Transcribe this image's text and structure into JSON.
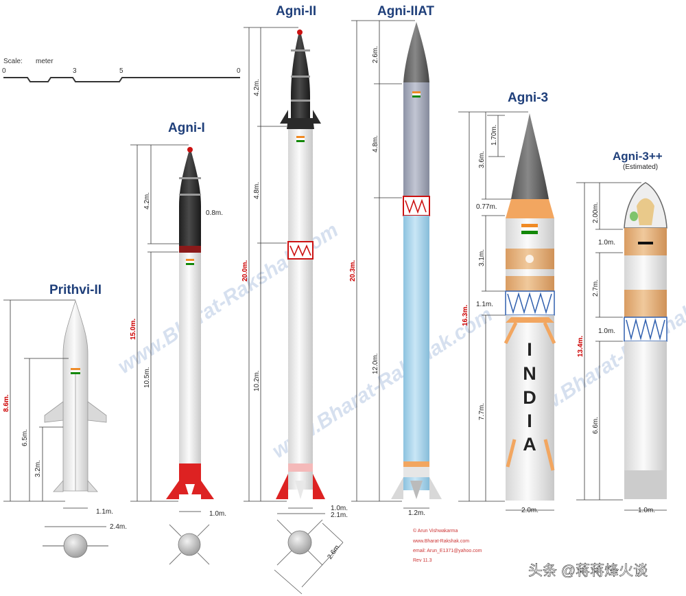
{
  "scale": {
    "label": "Scale:",
    "unit": "meter",
    "ticks": [
      "0",
      "3",
      "5",
      "0"
    ]
  },
  "missiles": {
    "prithvi": {
      "name": "Prithvi-II",
      "dims": [
        "8.6m.",
        "6.5m.",
        "3.2m.",
        "1.1m.",
        "2.4m."
      ]
    },
    "agni1": {
      "name": "Agni-I",
      "dims": [
        "15.0m.",
        "4.2m.",
        "0.8m.",
        "10.5m.",
        "1.0m."
      ]
    },
    "agni2": {
      "name": "Agni-II",
      "dims": [
        "20.0m.",
        "4.2m.",
        "4.8m.",
        "10.2m.",
        "1.0m.",
        "2.1m.",
        "2.6m."
      ]
    },
    "agni2at": {
      "name": "Agni-IIAT",
      "dims": [
        "20.3m.",
        "2.6m.",
        "4.8m.",
        "12.0m.",
        "1.2m."
      ]
    },
    "agni3": {
      "name": "Agni-3",
      "dims": [
        "16.3m.",
        "3.6m.",
        "1.70m.",
        "0.77m.",
        "3.1m.",
        "1.1m.",
        "7.7m.",
        "2.0m."
      ],
      "body_text": [
        "I",
        "N",
        "D",
        "I",
        "A"
      ]
    },
    "agni3pp": {
      "name": "Agni-3++",
      "subtitle": "(Estimated)",
      "dims": [
        "13.4m.",
        "2.00m.",
        "1.0m.",
        "2.7m.",
        "1.0m.",
        "6.6m.",
        "1.0m."
      ]
    }
  },
  "watermark": "www.Bharat-Rakshak.com",
  "credits": [
    "© Arun Vishwakarma",
    "www.Bharat-Rakshak.com",
    "email: Arun_E1371@yahoo.com",
    "Rev 11.3"
  ],
  "footer": "头条 @蒋蒋烽火谈",
  "colors": {
    "title": "#1f3f7a",
    "dimension_red": "#cc0000",
    "orange_band": "#e8b27a",
    "blue_body": "#a9d4ec"
  }
}
